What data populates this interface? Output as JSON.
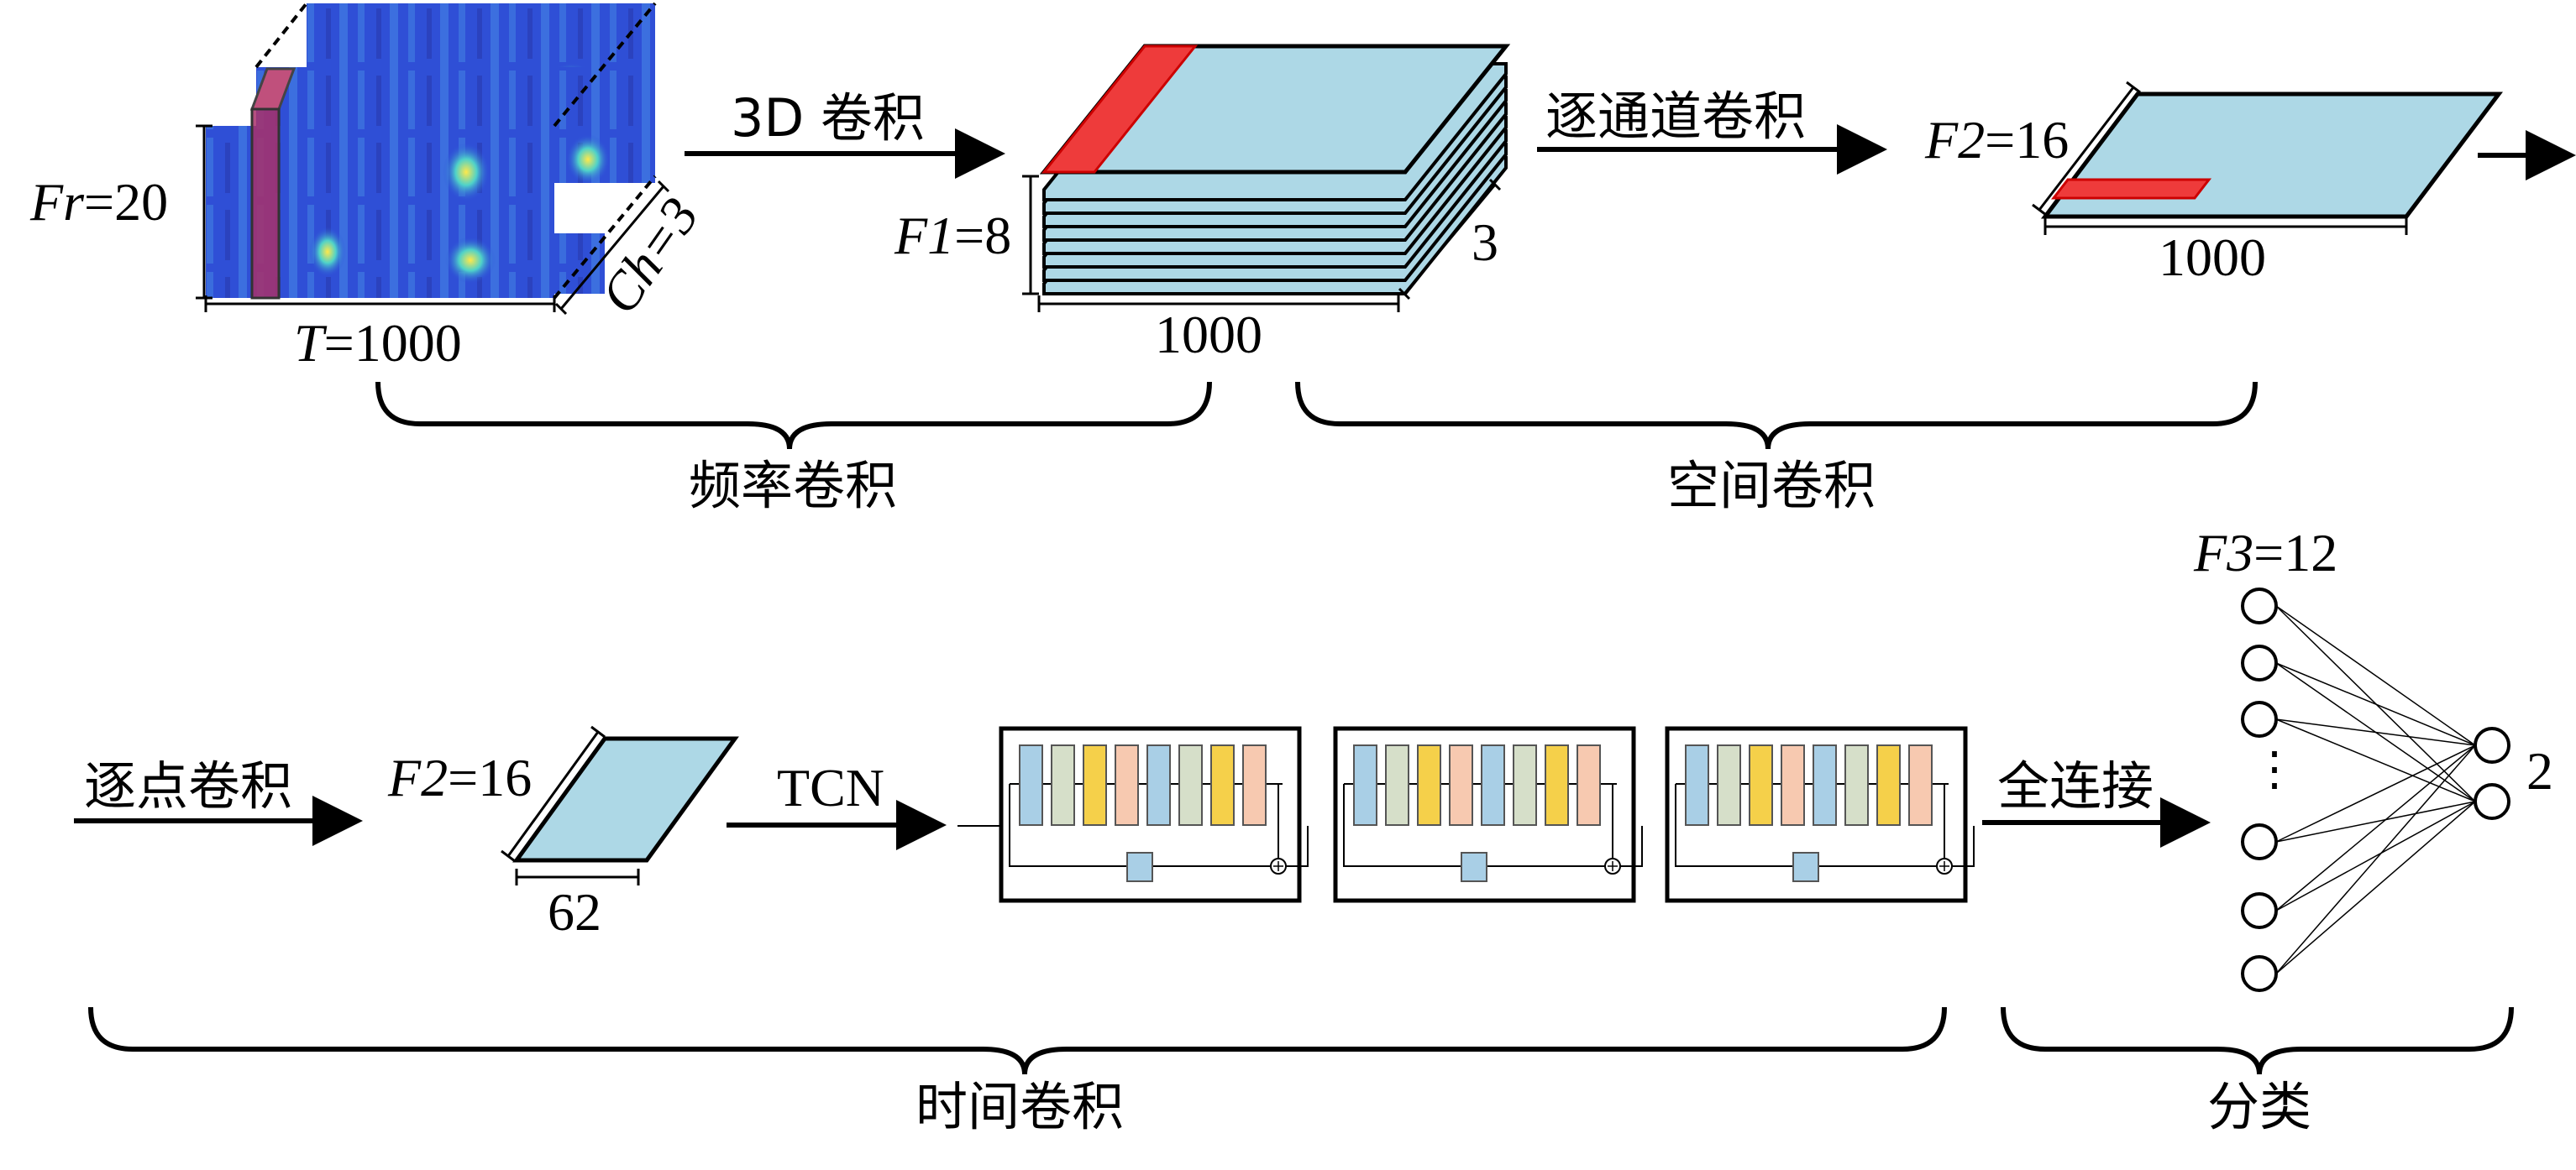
{
  "spectrogram": {
    "fr_symbol": "Fr",
    "fr_value": "=20",
    "t_symbol": "T",
    "t_value": "=1000",
    "ch_label": "Ch=3"
  },
  "conv3d": {
    "arrow_label": "3D 卷积",
    "f1_symbol": "F1",
    "f1_value": "=8",
    "width_label": "1000",
    "depth_label": "3"
  },
  "depthwise": {
    "arrow_label": "逐通道卷积",
    "f2_symbol": "F2",
    "f2_value": "=16",
    "width_label": "1000"
  },
  "brackets": {
    "frequency": "频率卷积",
    "spatial": "空间卷积",
    "temporal": "时间卷积",
    "classification": "分类"
  },
  "pointwise": {
    "arrow_label": "逐点卷积",
    "f2_symbol": "F2",
    "f2_value": "=16",
    "width_label": "62"
  },
  "tcn": {
    "arrow_label": "TCN",
    "blocks": 3,
    "inner_colors": [
      "#a9cfe6",
      "#d6dfc9",
      "#f5d04a",
      "#f7c9b0",
      "#a9cfe6",
      "#d6dfc9",
      "#f5d04a",
      "#f7c9b0"
    ],
    "skip_color": "#a9cfe6"
  },
  "fc": {
    "arrow_label": "全连接",
    "f3_symbol": "F3",
    "f3_value": "=12",
    "ellipsis": "⋮",
    "output_label": "2"
  },
  "colors": {
    "light_blue": "#add8e6",
    "red_highlight": "#ee3b3b",
    "black": "#000000"
  }
}
